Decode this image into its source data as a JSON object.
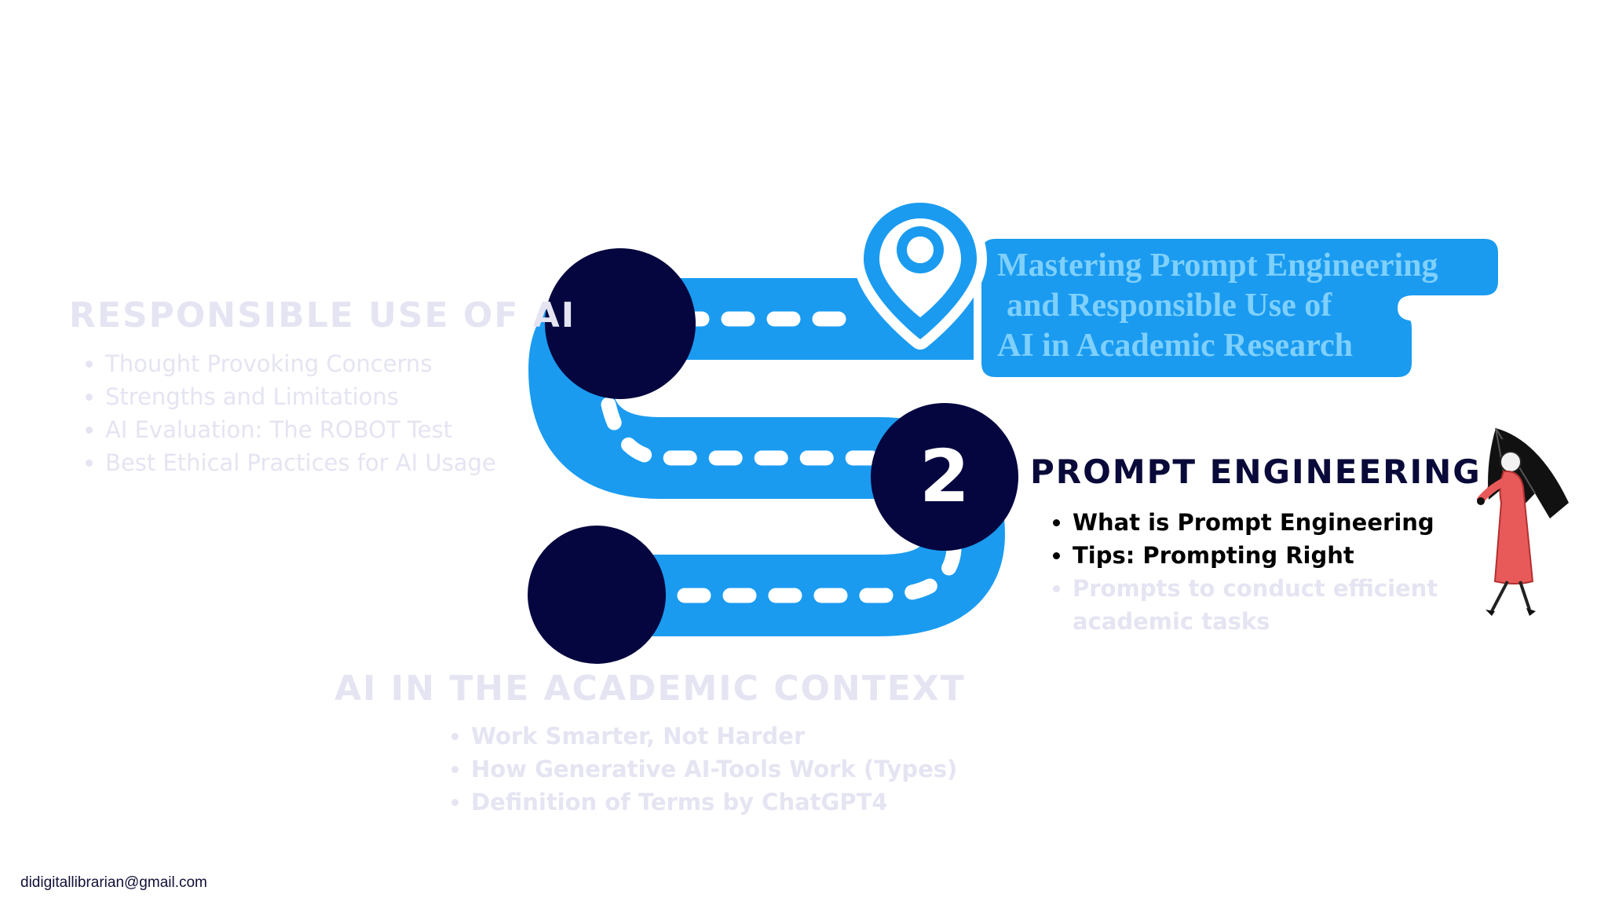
{
  "course_title": {
    "line1": "Mastering Prompt Engineering",
    "line2": "and Responsible Use of",
    "line3": "AI in Academic Research"
  },
  "sections": {
    "responsible": {
      "title": "RESPONSIBLE USE OF AI",
      "items": [
        "Thought Provoking Concerns",
        "Strengths and Limitations",
        "AI Evaluation: The ROBOT Test",
        "Best Ethical Practices for AI Usage"
      ]
    },
    "prompt": {
      "step_number": "2",
      "title": "PROMPT ENGINEERING",
      "items": [
        "What is Prompt Engineering",
        "Tips: Prompting Right",
        "Prompts to conduct efficient academic tasks"
      ]
    },
    "academic": {
      "title": "AI IN THE ACADEMIC CONTEXT",
      "items": [
        "Work Smarter, Not Harder",
        "How Generative AI-Tools Work (Types)",
        "Definition of Terms by ChatGPT4"
      ]
    }
  },
  "footer": {
    "email": "didigitallibrarian@gmail.com"
  },
  "colors": {
    "road": "#1a9bf0",
    "road_dashes": "#ffffff",
    "milestone": "#05063f",
    "faded_text": "#e4e4f2",
    "active_title": "#0a0a3a",
    "course_title_text": "#7fd0fc"
  }
}
